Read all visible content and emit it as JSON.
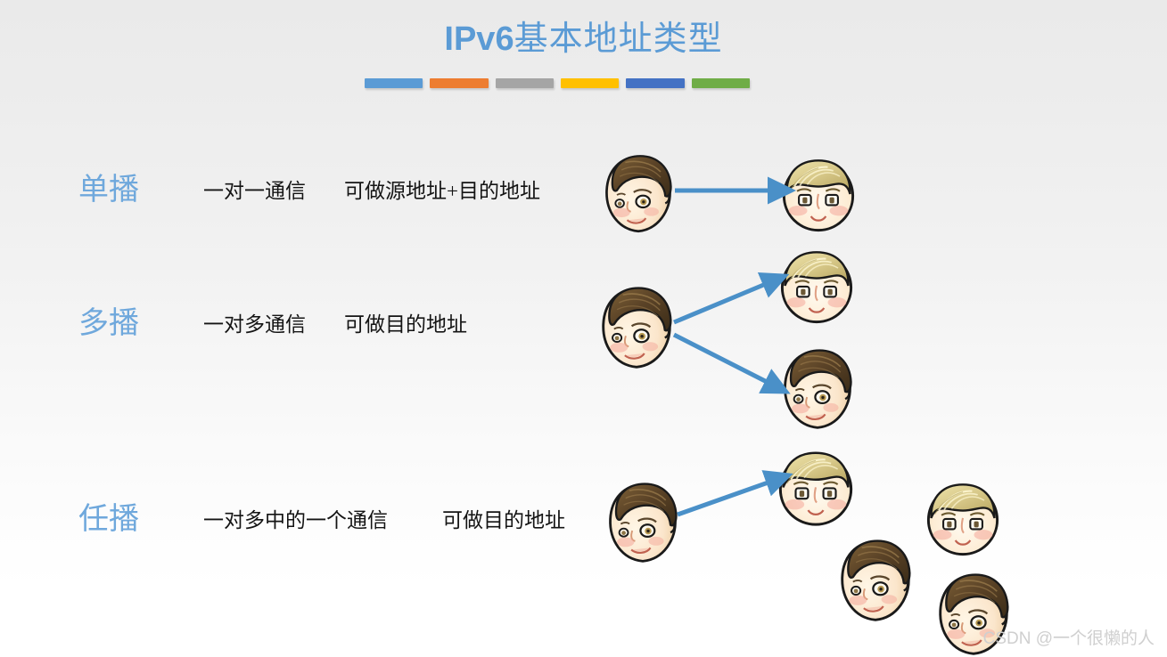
{
  "slide": {
    "title_latin": "IPv6",
    "title_cjk": "基本地址类型",
    "title_full": "IPv6基本地址类型",
    "title_color": "#5B9BD5",
    "background": "#EFEFEF"
  },
  "decor_bars": [
    {
      "name": "bar-blue",
      "color": "#5B9BD5"
    },
    {
      "name": "bar-orange",
      "color": "#ED7D31"
    },
    {
      "name": "bar-gray",
      "color": "#A5A5A5"
    },
    {
      "name": "bar-yellow",
      "color": "#FFC000"
    },
    {
      "name": "bar-dark-blue",
      "color": "#4472C4"
    },
    {
      "name": "bar-green",
      "color": "#70AD47"
    }
  ],
  "rows": [
    {
      "key": "unicast",
      "label": "单播",
      "desc_primary": "一对一通信",
      "desc_secondary": "可做源地址+目的地址",
      "label_color": "#6FA8DC",
      "source_count": 1,
      "target_count": 1,
      "arrow_count": 1
    },
    {
      "key": "multicast",
      "label": "多播",
      "desc_primary": "一对多通信",
      "desc_secondary": "可做目的地址",
      "label_color": "#6FA8DC",
      "source_count": 1,
      "target_count": 2,
      "arrow_count": 2
    },
    {
      "key": "anycast",
      "label": "任播",
      "desc_primary": "一对多中的一个通信",
      "desc_secondary": "可做目的地址",
      "label_color": "#6FA8DC",
      "source_count": 1,
      "target_count": 4,
      "arrow_count": 1
    }
  ],
  "arrow": {
    "color": "#4A90C8",
    "name": "communication-arrow"
  },
  "avatars": {
    "dark_hair_name": "dark-haired-person-avatar",
    "blonde_hair_name": "blonde-haired-person-avatar",
    "skin_color": "#FBE6CC",
    "hair_dark_color": "#5B4327",
    "hair_light_color": "#D8C98A",
    "blush_color": "#F4A89A",
    "outline_color": "#1A1A1A"
  },
  "watermark": {
    "text": "CSDN @一个很懒的人",
    "color": "#CFCFCF"
  }
}
